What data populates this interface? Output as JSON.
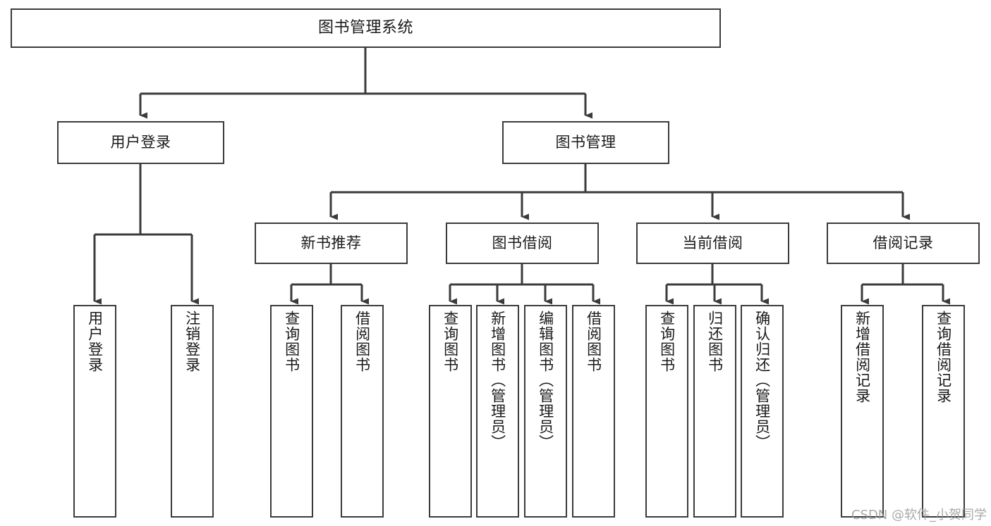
{
  "diagram": {
    "title": "图书管理系统",
    "type": "tree-hierarchy",
    "orientation": "top-down",
    "line_color": "#3b3b3b",
    "box_fill": "#ffffff",
    "text_color": "#1a1a1a",
    "root": {
      "label": "图书管理系统"
    },
    "level2": [
      {
        "label": "用户登录"
      },
      {
        "label": "图书管理"
      }
    ],
    "level3": [
      {
        "label": "新书推荐"
      },
      {
        "label": "图书借阅"
      },
      {
        "label": "当前借阅"
      },
      {
        "label": "借阅记录"
      }
    ],
    "leaves": {
      "user_login": [
        {
          "label": "用户登录"
        },
        {
          "label": "注销登录"
        }
      ],
      "new_book_recommend": [
        {
          "label": "查询图书"
        },
        {
          "label": "借阅图书"
        }
      ],
      "book_borrow": [
        {
          "label": "查询图书"
        },
        {
          "label": "新增图书（管理员）"
        },
        {
          "label": "编辑图书（管理员）"
        },
        {
          "label": "借阅图书"
        }
      ],
      "current_borrow": [
        {
          "label": "查询图书"
        },
        {
          "label": "归还图书"
        },
        {
          "label": "确认归还（管理员）"
        }
      ],
      "borrow_records": [
        {
          "label": "新增借阅记录"
        },
        {
          "label": "查询借阅记录"
        }
      ]
    }
  },
  "watermark": {
    "text": "CSDN @软件_小贺同学"
  }
}
